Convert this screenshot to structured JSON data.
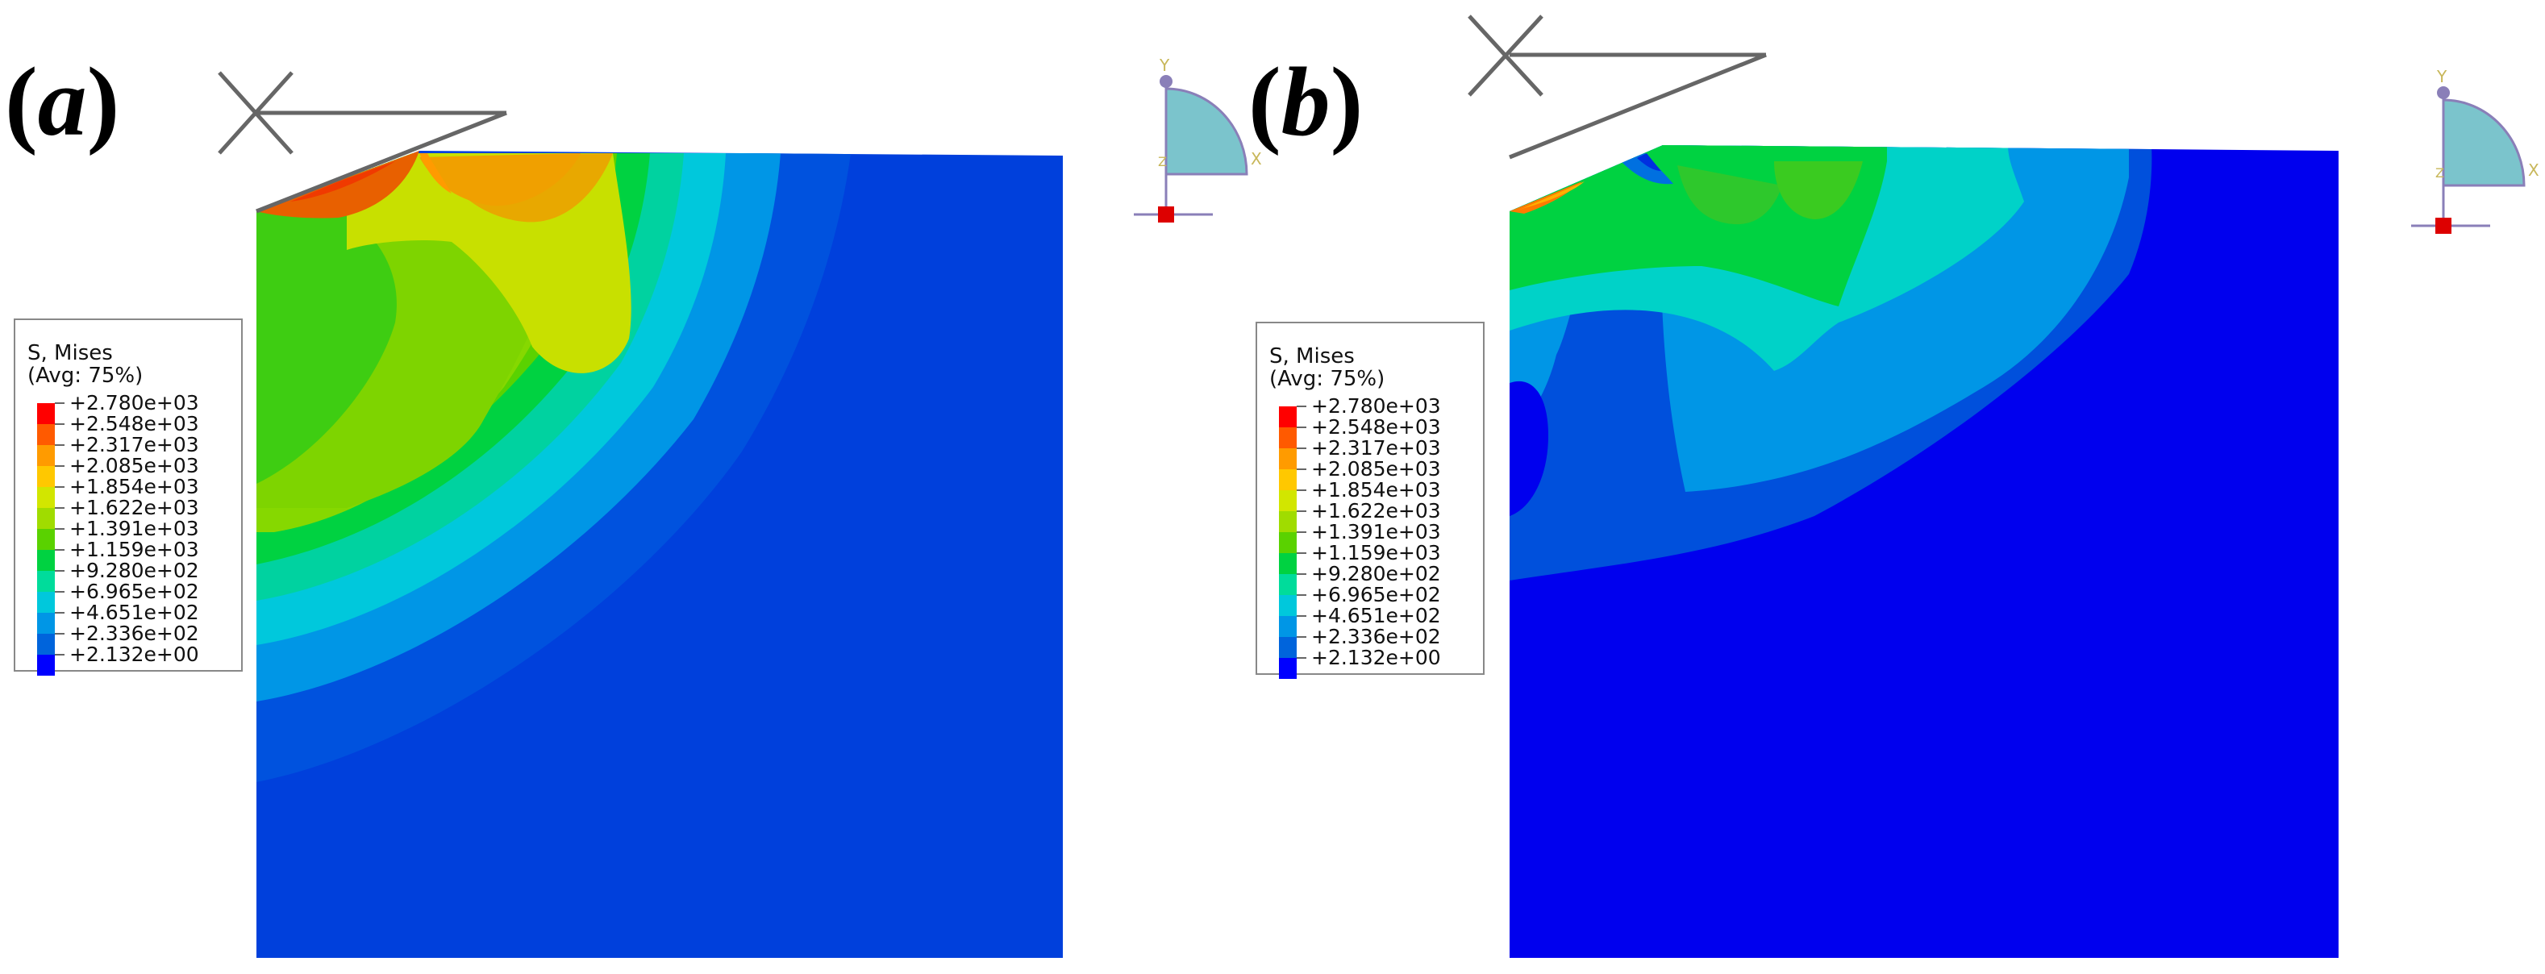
{
  "panels": [
    {
      "id": "a",
      "label": "a"
    },
    {
      "id": "b",
      "label": "b"
    }
  ],
  "legend": {
    "title_line1": "S, Mises",
    "title_line2": "(Avg: 75%)",
    "entries": [
      "+2.780e+03",
      "+2.548e+03",
      "+2.317e+03",
      "+2.085e+03",
      "+1.854e+03",
      "+1.622e+03",
      "+1.391e+03",
      "+1.159e+03",
      "+9.280e+02",
      "+6.965e+02",
      "+4.651e+02",
      "+2.336e+02",
      "+2.132e+00"
    ],
    "colors": [
      "#ff0000",
      "#ff5a00",
      "#ff9b00",
      "#ffc800",
      "#d2e600",
      "#a0dc00",
      "#5ad200",
      "#00d241",
      "#00dc9b",
      "#00c8dc",
      "#0096e6",
      "#0064dc",
      "#0000ff"
    ]
  },
  "axes": {
    "y": "Y",
    "x": "X",
    "z": "Z"
  },
  "colors": {
    "background_blue": "#0040dc",
    "triad_fill": "#7bc4cc",
    "triad_stroke": "#8a7fb8",
    "triad_origin": "#dd0000",
    "tool_stroke": "#666666"
  }
}
